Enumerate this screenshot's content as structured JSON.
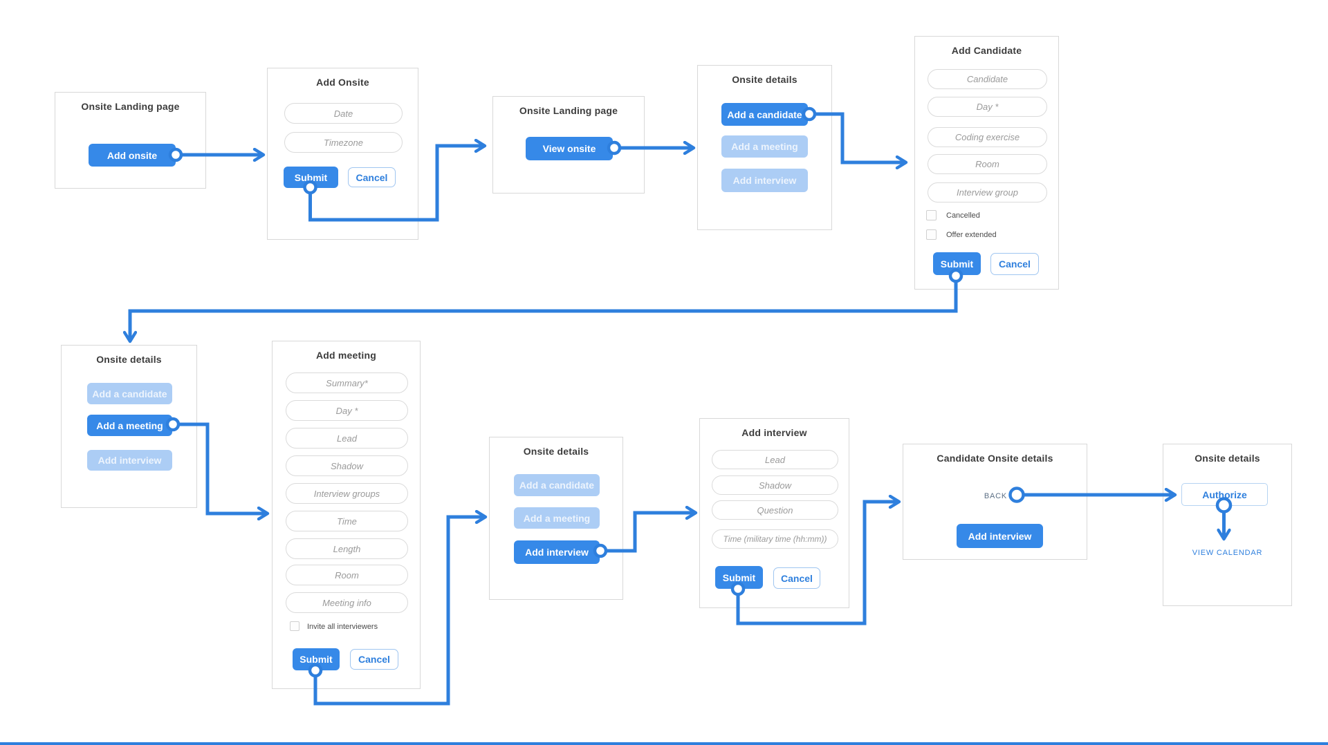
{
  "colors": {
    "accent_button": "#3689e8",
    "accent_line": "#2e7fdd",
    "disabled_button": "#accdf5",
    "panel_border": "#d8d8d8",
    "pill_border": "#dadada",
    "placeholder_text": "#9a9a9a",
    "title_text": "#3c3c3c",
    "back_text": "#5c6f85"
  },
  "panels": [
    {
      "id": "onsite-landing-1",
      "title": "Onsite Landing page",
      "button": "Add onsite"
    },
    {
      "id": "add-onsite",
      "title": "Add Onsite",
      "fields": [
        "Date",
        "Timezone"
      ],
      "submit": "Submit",
      "cancel": "Cancel"
    },
    {
      "id": "onsite-landing-2",
      "title": "Onsite Landing page",
      "button": "View onsite"
    },
    {
      "id": "onsite-details-1",
      "title": "Onsite details",
      "buttons": [
        {
          "label": "Add a candidate",
          "state": "active"
        },
        {
          "label": "Add a meeting",
          "state": "disabled"
        },
        {
          "label": "Add interview",
          "state": "disabled"
        }
      ]
    },
    {
      "id": "add-candidate",
      "title": "Add Candidate",
      "fields": [
        "Candidate",
        "Day *",
        "Coding exercise",
        "Room",
        "Interview group"
      ],
      "checkboxes": [
        "Cancelled",
        "Offer extended"
      ],
      "submit": "Submit",
      "cancel": "Cancel"
    },
    {
      "id": "onsite-details-2",
      "title": "Onsite details",
      "buttons": [
        {
          "label": "Add a candidate",
          "state": "disabled"
        },
        {
          "label": "Add a meeting",
          "state": "active"
        },
        {
          "label": "Add interview",
          "state": "disabled"
        }
      ]
    },
    {
      "id": "add-meeting",
      "title": "Add meeting",
      "fields": [
        "Summary*",
        "Day *",
        "Lead",
        "Shadow",
        "Interview groups",
        "Time",
        "Length",
        "Room",
        "Meeting info"
      ],
      "checkboxes": [
        "Invite all interviewers"
      ],
      "submit": "Submit",
      "cancel": "Cancel"
    },
    {
      "id": "onsite-details-3",
      "title": "Onsite details",
      "buttons": [
        {
          "label": "Add a candidate",
          "state": "disabled"
        },
        {
          "label": "Add a meeting",
          "state": "disabled"
        },
        {
          "label": "Add interview",
          "state": "active"
        }
      ]
    },
    {
      "id": "add-interview",
      "title": "Add interview",
      "fields": [
        "Lead",
        "Shadow",
        "Question",
        "Time (military time (hh:mm))"
      ],
      "submit": "Submit",
      "cancel": "Cancel"
    },
    {
      "id": "candidate-onsite-details",
      "title": "Candidate Onsite details",
      "back": "BACK",
      "button": "Add interview"
    },
    {
      "id": "onsite-details-4",
      "title": "Onsite details",
      "authorize": "Authorize",
      "view_calendar": "VIEW CALENDAR"
    }
  ],
  "connections": [
    {
      "from": "Add onsite",
      "to": "Add Onsite"
    },
    {
      "from": "Add Onsite / Submit",
      "to": "Onsite Landing page (View onsite)"
    },
    {
      "from": "View onsite",
      "to": "Onsite details"
    },
    {
      "from": "Add a candidate",
      "to": "Add Candidate"
    },
    {
      "from": "Add Candidate / Submit",
      "to": "Onsite details"
    },
    {
      "from": "Add a meeting",
      "to": "Add meeting"
    },
    {
      "from": "Add meeting / Submit",
      "to": "Onsite details"
    },
    {
      "from": "Add interview",
      "to": "Add interview form"
    },
    {
      "from": "Add interview form / Submit",
      "to": "Candidate Onsite details"
    },
    {
      "from": "BACK",
      "to": "Onsite details (Authorize)"
    },
    {
      "from": "Authorize",
      "to": "VIEW CALENDAR"
    }
  ]
}
